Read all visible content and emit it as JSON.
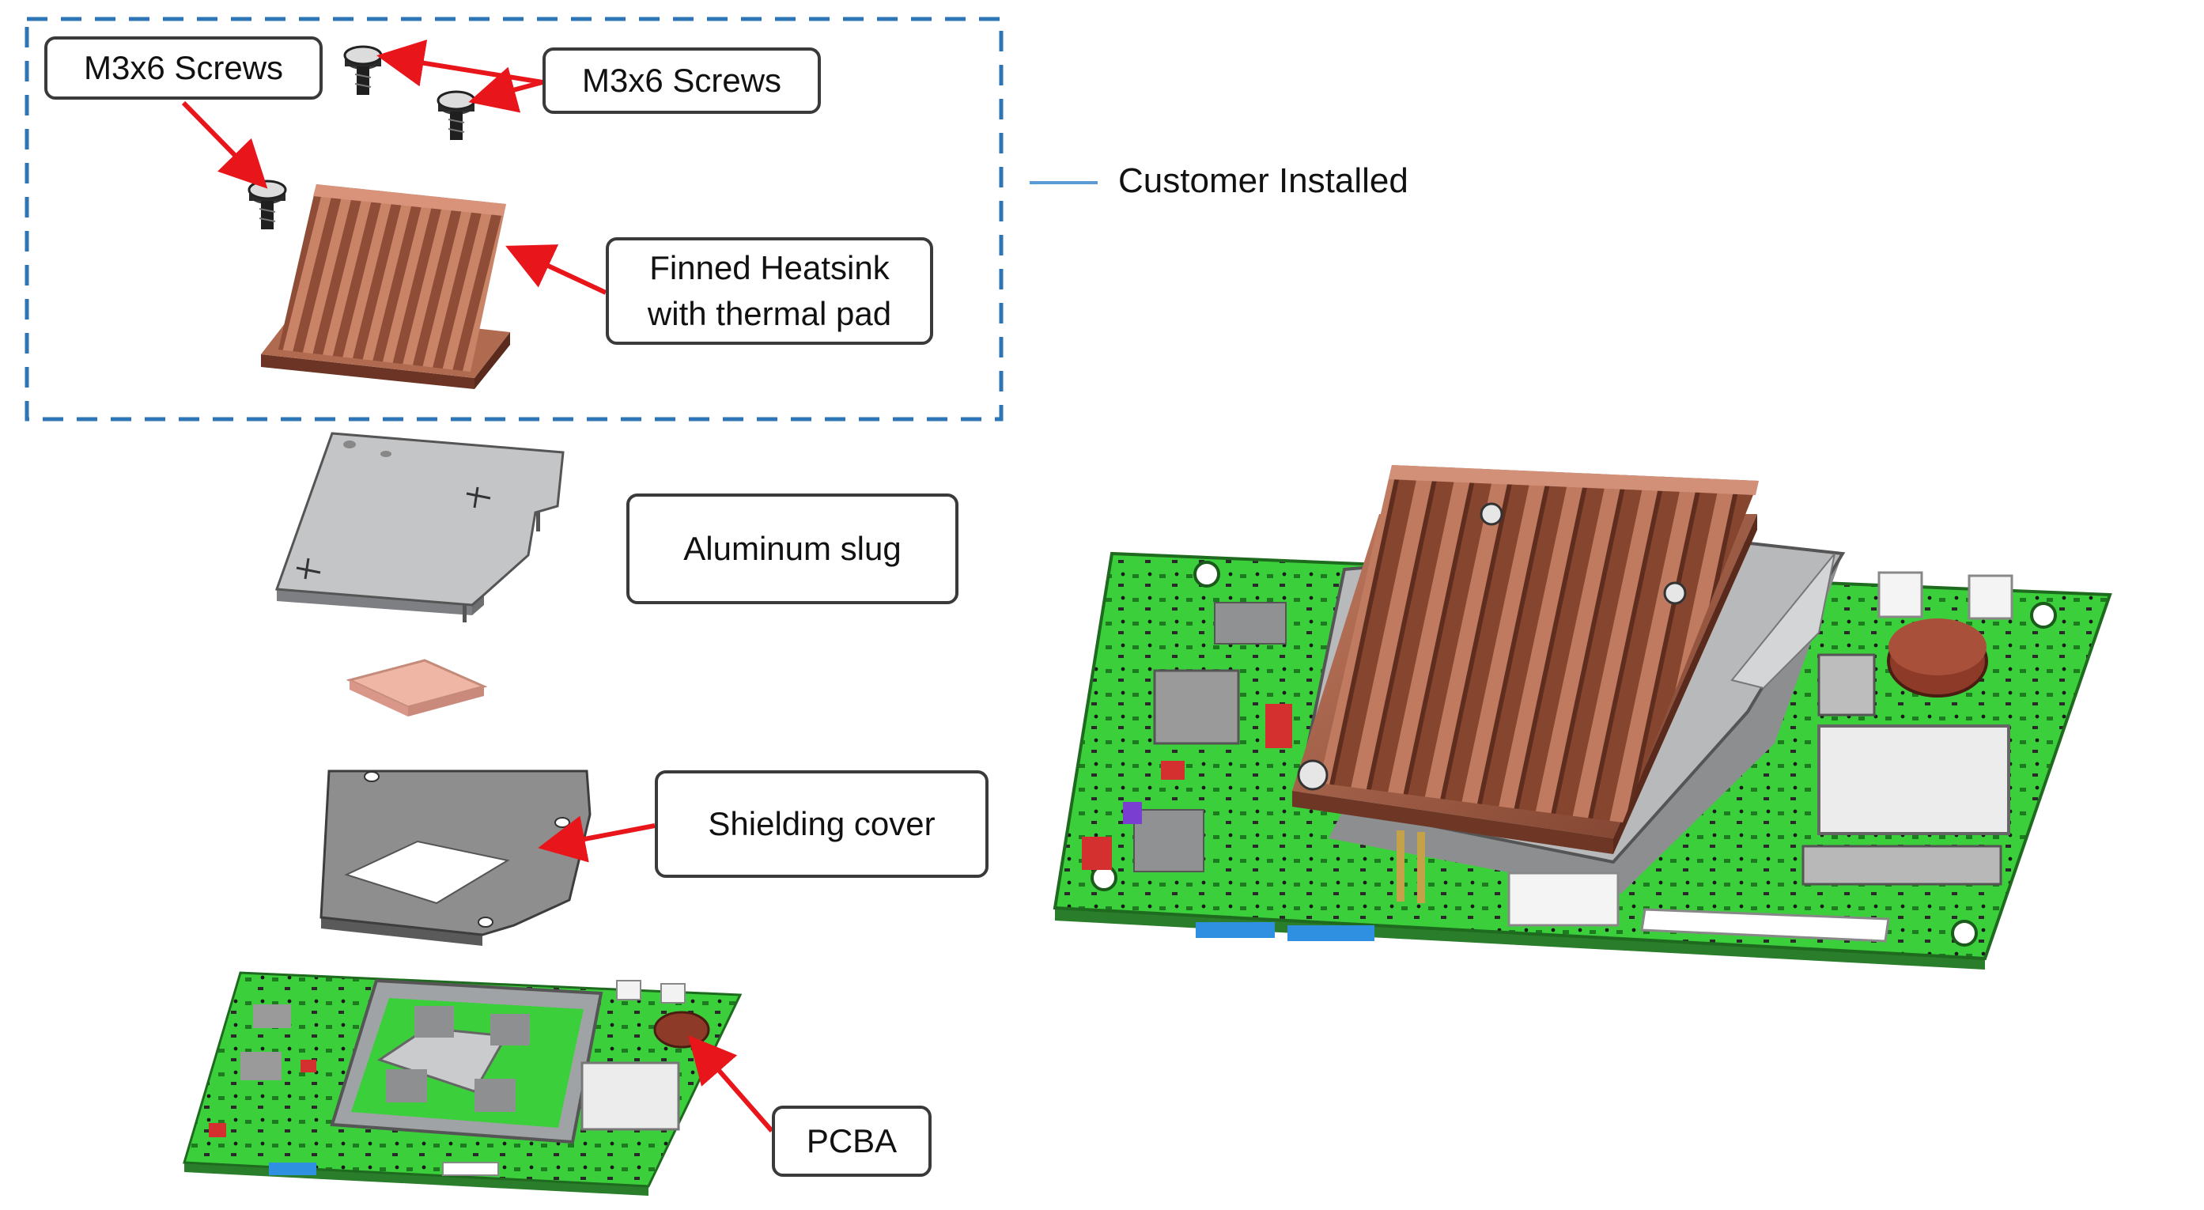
{
  "labels": {
    "screws_left": "M3x6 Screws",
    "screws_right": "M3x6 Screws",
    "heatsink": "Finned Heatsink\nwith thermal pad",
    "slug": "Aluminum slug",
    "shield": "Shielding cover",
    "pcba": "PCBA"
  },
  "legend": {
    "customer_installed": "Customer Installed"
  },
  "colors": {
    "arrow": "#e8161b",
    "dashed_border": "#2e75b6",
    "legend_line": "#5b9bd5",
    "copper": "#a65f47",
    "pcb_green": "#3ecf3e",
    "aluminum": "#b7b9bb",
    "thermal_pad": "#efb5a5",
    "shield": "#8c8c8c"
  }
}
